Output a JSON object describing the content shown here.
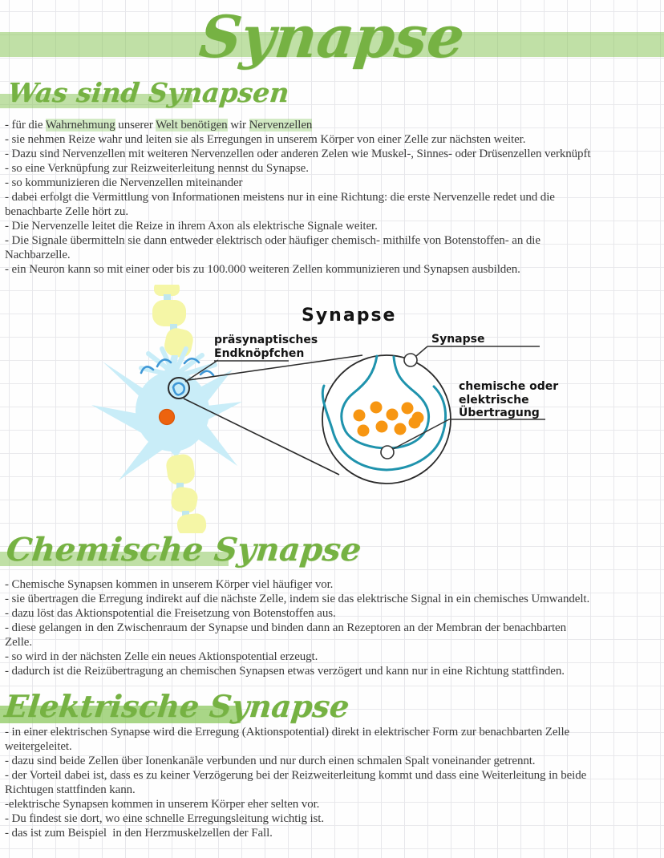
{
  "page_title": "Synapse",
  "sections": [
    {
      "heading": "Was sind Synapsen",
      "intro_segments": [
        {
          "text": "- für die ",
          "hl": false
        },
        {
          "text": "Wahrnehmung",
          "hl": true
        },
        {
          "text": " unserer ",
          "hl": false
        },
        {
          "text": "Welt benötigen",
          "hl": true
        },
        {
          "text": " wir ",
          "hl": false
        },
        {
          "text": "Nervenzellen",
          "hl": true
        }
      ],
      "lines": [
        "- sie nehmen Reize wahr und leiten sie als Erregungen in unserem Körper von einer Zelle zur nächsten weiter.",
        "- Dazu sind Nervenzellen mit weiteren Nervenzellen oder anderen Zelen wie Muskel-, Sinnes- oder Drüsenzellen verknüpft",
        "- so eine Verknüpfung zur Reizweiterleitung nennst du Synapse.",
        "- so kommunizieren die Nervenzellen miteinander",
        "- dabei erfolgt die Vermittlung von Informationen meistens nur in eine Richtung: die erste Nervenzelle redet und die",
        "benachbarte Zelle hört zu.",
        "- Die Nervenzelle leitet die Reize in ihrem Axon als elektrische Signale weiter.",
        "- Die Signale übermitteln sie dann entweder elektrisch oder häufiger chemisch- mithilfe von Botenstoffen- an die",
        "Nachbarzelle.",
        "- ein Neuron kann so mit einer oder bis zu 100.000 weiteren Zellen kommunizieren und Synapsen ausbilden."
      ]
    },
    {
      "heading": "Chemische Synapse",
      "lines": [
        "- Chemische Synapsen kommen in unserem Körper viel häufiger vor.",
        "- sie übertragen die Erregung indirekt auf die nächste Zelle, indem sie das elektrische Signal in ein chemisches Umwandelt.",
        "- dazu löst das Aktionspotential die Freisetzung von Botenstoffen aus.",
        "- diese gelangen in den Zwischenraum der Synapse und binden dann an Rezeptoren an der Membran der benachbarten",
        "Zelle.",
        "- so wird in der nächsten Zelle ein neues Aktionspotential erzeugt.",
        "- dadurch ist die Reizübertragung an chemischen Synapsen etwas verzögert und kann nur in eine Richtung stattfinden."
      ]
    },
    {
      "heading": "Elektrische Synapse",
      "lines": [
        "- in einer elektrischen Synapse wird die Erregung (Aktionspotential) direkt in elektrischer Form zur benachbarten Zelle",
        "weitergeleitet.",
        "- dazu sind beide Zellen über Ionenkanäle verbunden und nur durch einen schmalen Spalt voneinander getrennt.",
        "- der Vorteil dabei ist, dass es zu keiner Verzögerung bei der Reizweiterleitung kommt und dass eine Weiterleitung in beide",
        "Richtugen stattfinden kann.",
        "-elektrische Synapsen kommen in unserem Körper eher selten vor.",
        "- Du findest sie dort, wo eine schnelle Erregungsleitung wichtig ist.",
        "- das ist zum Beispiel  in den Herzmuskelzellen der Fall."
      ]
    }
  ],
  "diagram": {
    "title": "Synapse",
    "labels": {
      "presynaptic_line1": "präsynaptisches",
      "presynaptic_line2": "Endknöpfchen",
      "synapse": "Synapse",
      "transmission_line1": "chemische oder",
      "transmission_line2": "elektrische",
      "transmission_line3": "Übertragung"
    }
  },
  "colors": {
    "heading_green": "#76b243",
    "highlight_green": "#a6d98a",
    "neuron_body_blue": "#c9edf8",
    "dendrite_blue": "#3f97d6",
    "myelin_yellow": "#f5f6a6",
    "nucleus_orange": "#ed630e",
    "vesicle_orange": "#f79612",
    "membrane_teal": "#1f93ad",
    "body_text": "#3b3b3b"
  }
}
